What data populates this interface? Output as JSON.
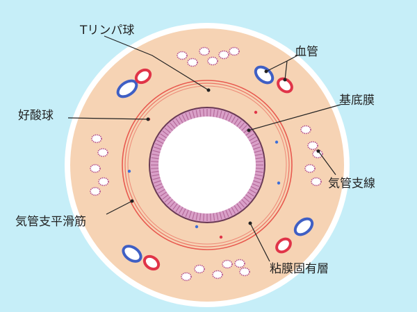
{
  "labels": {
    "t_lymphocyte": "Tリンパ球",
    "blood_vessel": "血管",
    "basement_membrane": "基底膜",
    "eosinophil": "好酸球",
    "bronchial_gland": "気管支線",
    "bronchial_smooth_muscle": "気管支平滑筋",
    "lamina_propria": "粘膜固有層"
  },
  "colors": {
    "background": "#c6eef8",
    "outer_rim": "#ffffff",
    "tissue": "#f6d3b4",
    "muscle_line": "#e8594f",
    "epithelium_dark": "#6a3a55",
    "epithelium_cells": "#d9a0c8",
    "lumen": "#ffffff",
    "vessel_blue": "#3f5fc4",
    "vessel_red": "#e03448",
    "gland": "#b04a8a",
    "t_cell": "#3e6fd8",
    "eosinophil": "#e03448",
    "leader_line": "#222222"
  }
}
